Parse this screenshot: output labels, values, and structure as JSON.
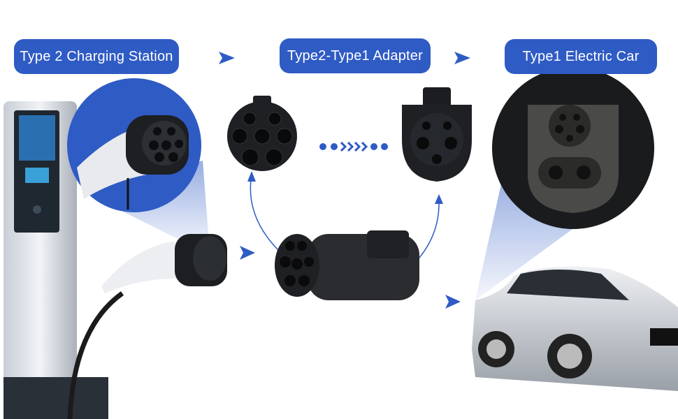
{
  "labels": {
    "station": "Type 2 Charging Station",
    "adapter": "Type2-Type1 Adapter",
    "car": "Type1 Electric Car"
  },
  "colors": {
    "accent": "#2f5bc4",
    "arrow": "#2f5bc4"
  },
  "icons": [
    "chevron-right-icon",
    "dotted-arrow-icon"
  ]
}
